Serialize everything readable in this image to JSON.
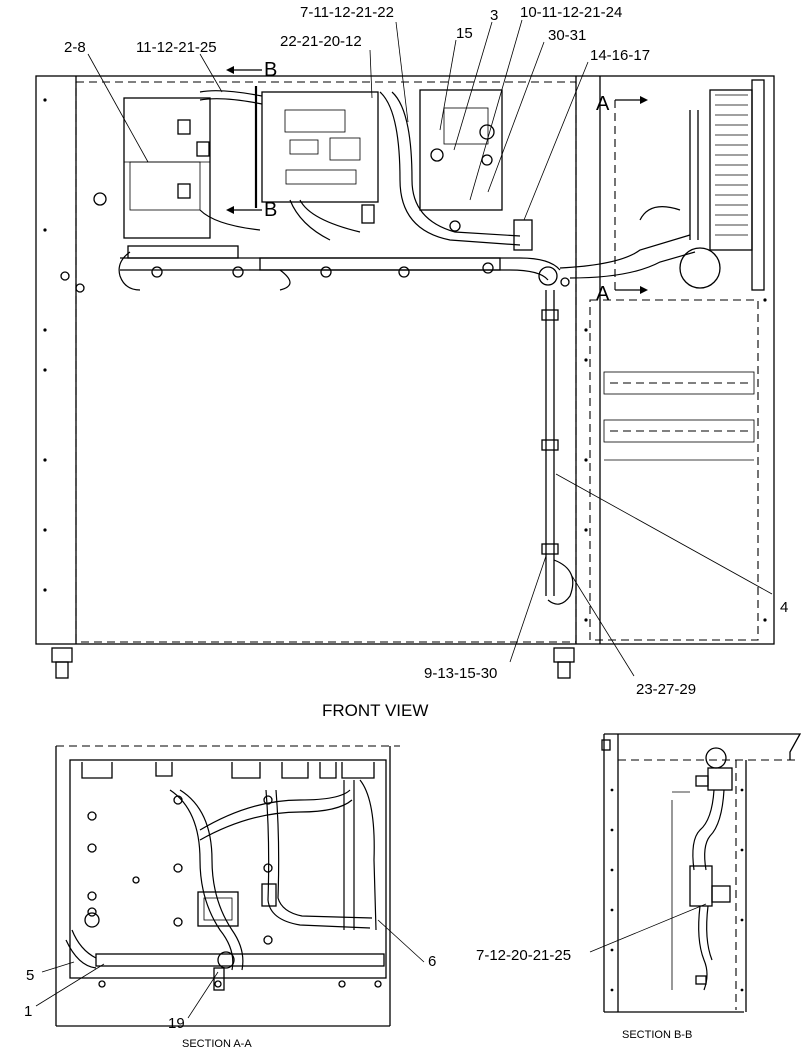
{
  "views": {
    "front": {
      "title": "FRONT VIEW",
      "section_marks": {
        "a_top": "A",
        "a_bottom": "A",
        "b_top": "B",
        "b_bottom": "B"
      },
      "callouts": {
        "c_2_8": "2-8",
        "c_11_12_21_25": "11-12-21-25",
        "c_7_11_12_21_22": "7-11-12-21-22",
        "c_22_21_20_12": "22-21-20-12",
        "c_15": "15",
        "c_3": "3",
        "c_10_11_12_21_24": "10-11-12-21-24",
        "c_30_31": "30-31",
        "c_14_16_17": "14-16-17",
        "c_4": "4",
        "c_9_13_15_30": "9-13-15-30",
        "c_23_27_29": "23-27-29"
      }
    },
    "section_a": {
      "title": "SECTION A-A",
      "callouts": {
        "c_5": "5",
        "c_1": "1",
        "c_19": "19",
        "c_6": "6"
      }
    },
    "section_b": {
      "title": "SECTION B-B",
      "callouts": {
        "c_7_12_20_21_25": "7-12-20-21-25"
      }
    }
  }
}
